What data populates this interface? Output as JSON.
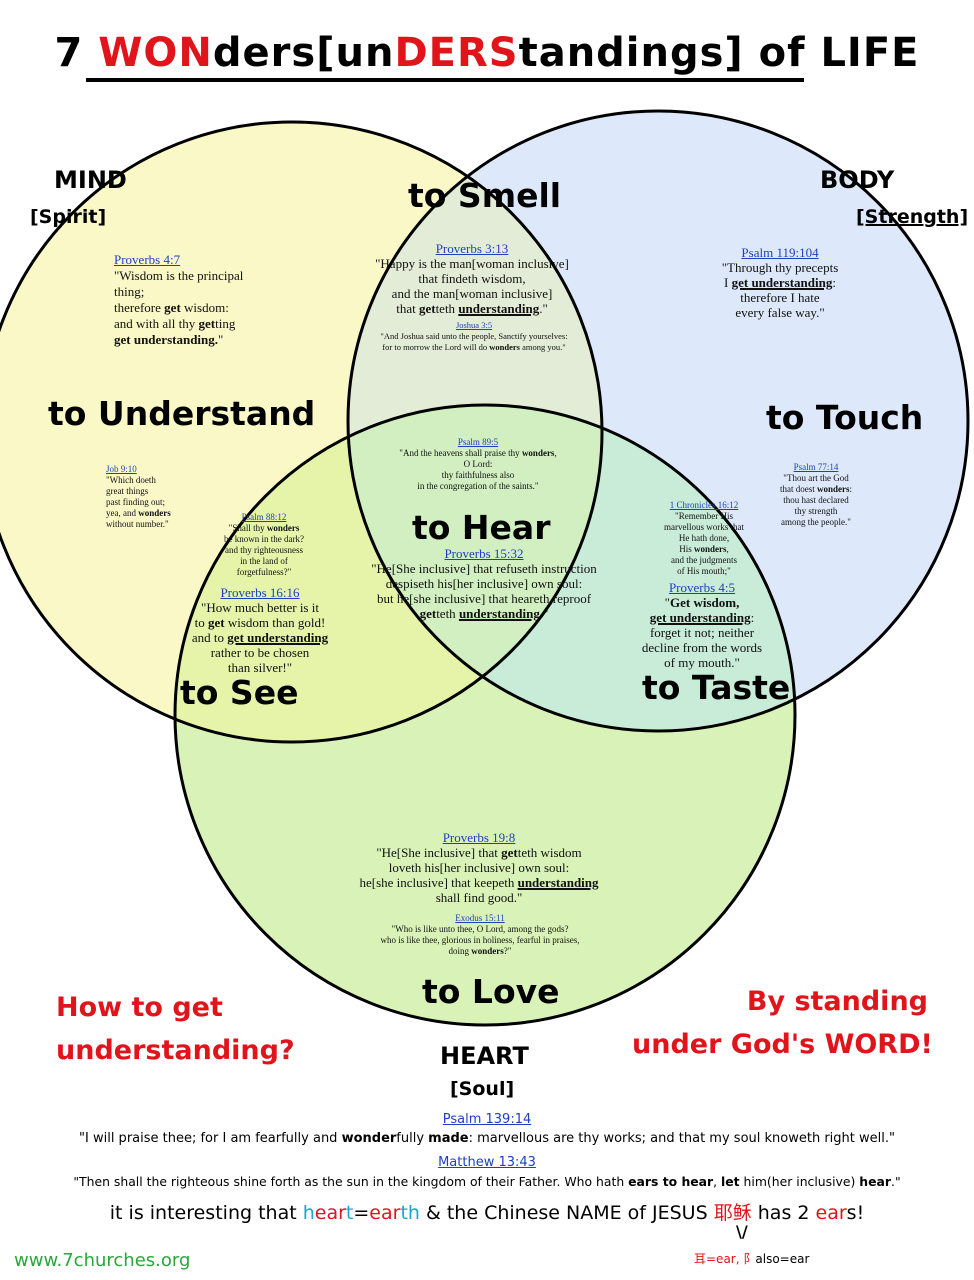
{
  "title": {
    "parts": [
      "7 ",
      "WON",
      "ders[un",
      "DERS",
      "tandings] of LIFE"
    ]
  },
  "colors": {
    "mind_fill": "#fbf8c8",
    "body_fill": "#dde9fb",
    "heart_fill": "#d9f2b8",
    "accent_red": "#e0141b",
    "link_blue": "#1f3fbf",
    "site_green": "#2aa63a"
  },
  "circles": {
    "mind": {
      "name": "MIND",
      "sub": "[Spirit]"
    },
    "body": {
      "name": "BODY",
      "sub": "[Strength]"
    },
    "heart": {
      "name": "HEART",
      "sub": "[Soul]"
    }
  },
  "senses": {
    "understand": "to Understand",
    "smell": "to Smell",
    "touch": "to Touch",
    "hear": "to Hear",
    "see": "to See",
    "taste": "to Taste",
    "love": "to Love"
  },
  "verses": {
    "prov4_7": {
      "ref": "Proverbs 4:7",
      "l1": "\"Wisdom is the principal thing;",
      "l2a": "therefore ",
      "l2b": "get",
      "l2c": " wisdom:",
      "l3a": "and with all thy ",
      "l3b": "get",
      "l3c": "ting",
      "l4": "get understanding.",
      "l4end": "\""
    },
    "prov3_13": {
      "ref": "Proverbs 3:13",
      "l1": "\"Happy is the man[woman inclusive]",
      "l2": "that findeth wisdom,",
      "l3": "and the man[woman inclusive]",
      "l4a": "that ",
      "l4b": "get",
      "l4c": "teth ",
      "l4d": "understanding",
      "l4e": ".\""
    },
    "josh3_5": {
      "ref": "Joshua 3:5",
      "l1": "\"And Joshua said unto the people, Sanctify yourselves:",
      "l2a": "for to morrow the Lord will do ",
      "l2b": "wonders",
      "l2c": " among you.\""
    },
    "ps119_104": {
      "ref": "Psalm 119:104",
      "l1": "\"Through thy precepts",
      "l2a": "I ",
      "l2b": "get understanding",
      "l2c": ":",
      "l3": "therefore I hate",
      "l4": "every false way.\""
    },
    "job9_10": {
      "ref": "Job 9:10",
      "l1": "\"Which doeth",
      "l2": "great things",
      "l3": "past finding out;",
      "l4a": "yea, and ",
      "l4b": "wonders",
      "l5": "without number.\""
    },
    "ps89_5": {
      "ref": "Psalm 89:5",
      "l1a": "\"And the heavens shall praise thy ",
      "l1b": "wonders",
      "l1c": ",",
      "l2": "O Lord:",
      "l3": "thy faithfulness also",
      "l4": "in the congregation of the saints.\""
    },
    "ps77_14": {
      "ref": "Psalm 77:14",
      "l1": "\"Thou art the God",
      "l2a": "that doest ",
      "l2b": "wonders",
      "l2c": ":",
      "l3": "thou hast declared",
      "l4": "thy strength",
      "l5": "among the people.\""
    },
    "ps88_12": {
      "ref": "Psalm 88:12",
      "l1a": "\"Shall thy ",
      "l1b": "wonders",
      "l2": "be known in the dark?",
      "l3": "and thy righteousness",
      "l4": "in the land of",
      "l5": "forgetfulness?\""
    },
    "prov15_32": {
      "ref": "Proverbs 15:32",
      "l1": "\"He[She inclusive] that refuseth instruction",
      "l2": "despiseth his[her inclusive] own soul:",
      "l3": "but he[she inclusive] that heareth reproof",
      "l4a": "get",
      "l4b": "teth ",
      "l4c": "understanding",
      "l4d": ".\""
    },
    "chr16_12": {
      "ref": "1 Chronicles 16:12",
      "l1": "\"Remember His",
      "l2": "marvellous works that",
      "l3": "He hath done,",
      "l4a": "His ",
      "l4b": "wonders",
      "l4c": ",",
      "l5": "and the judgments",
      "l6": "of His mouth;\""
    },
    "prov16_16": {
      "ref": "Proverbs 16:16",
      "l1": "\"How much better is it",
      "l2a": "to ",
      "l2b": "get",
      "l2c": " wisdom than gold!",
      "l3a": "and to ",
      "l3b": "get understanding",
      "l4": "rather to be chosen",
      "l5": "than silver!\""
    },
    "prov4_5": {
      "ref": "Proverbs 4:5",
      "l1a": "\"",
      "l1b": "Get",
      "l1c": " wisdom,",
      "l2a": "get understanding",
      "l2b": ":",
      "l3": "forget it not; neither",
      "l4": "decline from the words",
      "l5": "of my mouth.\""
    },
    "prov19_8": {
      "ref": "Proverbs 19:8",
      "l1a": "\"He[She inclusive] that ",
      "l1b": "get",
      "l1c": "teth wisdom",
      "l2": "loveth his[her inclusive] own soul:",
      "l3a": "he[she inclusive] that keepeth ",
      "l3b": "understanding",
      "l4": "shall find good.\""
    },
    "ex15_11": {
      "ref": "Exodus 15:11",
      "l1": "\"Who is like unto thee, O Lord, among the gods?",
      "l2": "who is like thee, glorious in holiness, fearful in praises,",
      "l3a": "doing ",
      "l3b": "wonders",
      "l3c": "?\""
    }
  },
  "question": {
    "l1": "How to get",
    "l2": "understanding?"
  },
  "answer": {
    "l1": "By standing",
    "l2": "under God's WORD!"
  },
  "footer": {
    "ps139_ref": "Psalm 139:14",
    "ps139_a": "\"I will praise thee; for I am fearfully and ",
    "ps139_b": "wonder",
    "ps139_c": "fully ",
    "ps139_d": "made",
    "ps139_e": ": marvellous are thy works; and that my soul knoweth right well.\"",
    "mt13_ref": "Matthew 13:43",
    "mt13_a": "\"Then shall the righteous shine forth as the sun in the kingdom of their Father. Who hath ",
    "mt13_b": "ears to hear",
    "mt13_c": ", ",
    "mt13_d": "let",
    "mt13_e": " him(her inclusive) ",
    "mt13_f": "hear",
    "mt13_g": ".\"",
    "interesting_a": "it is interesting that ",
    "heart_h": "h",
    "heart_ear": "ear",
    "heart_t": "t",
    "eq": "=",
    "earth_ear": "ear",
    "earth_th": "th",
    "interesting_b": " & the Chinese NAME of JESUS ",
    "chinese": "耶稣",
    "interesting_c": " has 2 ",
    "ears_ear": "ear",
    "ears_s": "s",
    "interesting_d": "!",
    "arrows": "\\/",
    "note_a": "耳=ear, ",
    "note_b": "阝",
    "note_c": "also=ear",
    "site": "www.7churches.org"
  }
}
